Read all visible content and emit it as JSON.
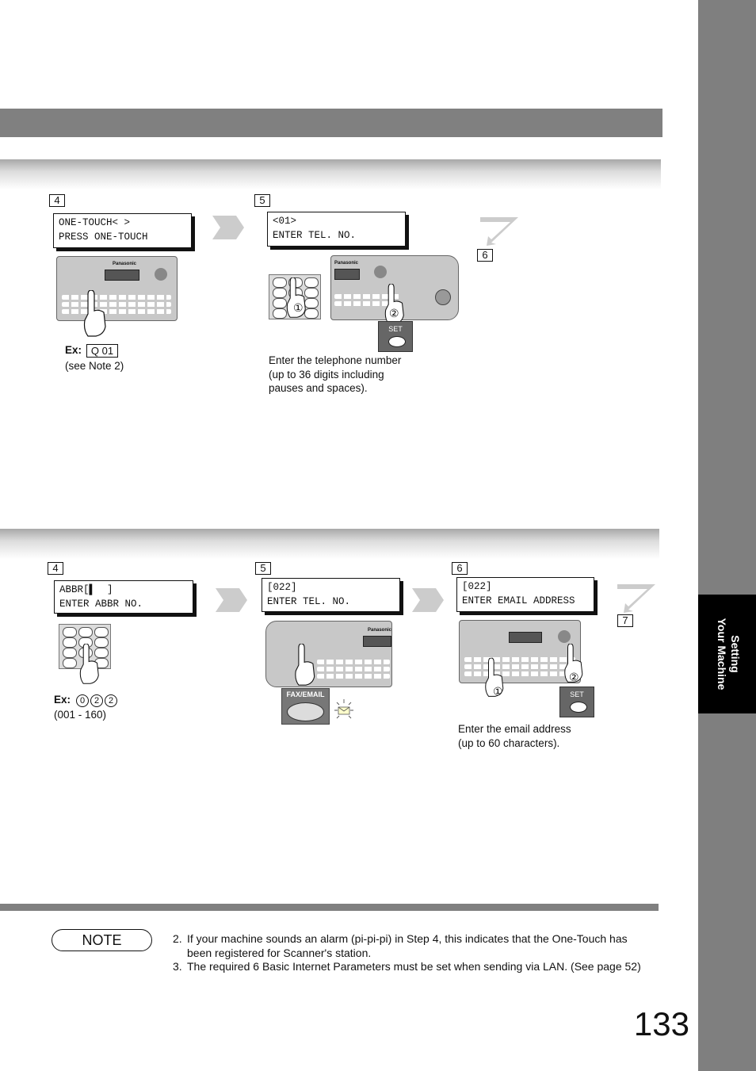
{
  "sidebar": {
    "tab_line1": "Setting",
    "tab_line2": "Your Machine"
  },
  "section1": {
    "steps": [
      "4",
      "5",
      "6"
    ],
    "lcd_step4": [
      "ONE-TOUCH< >",
      "PRESS ONE-TOUCH"
    ],
    "lcd_step5": [
      "<01>",
      "ENTER TEL. NO."
    ],
    "ex_label": "Ex:",
    "ex_value": "Q 01",
    "ex_note": "(see Note 2)",
    "caption_step5": [
      "Enter the telephone number",
      "(up to 36 digits including",
      "pauses and spaces)."
    ],
    "set_label": "SET",
    "brand": "Panasonic",
    "marker1": "①",
    "marker2": "②"
  },
  "section2": {
    "steps": [
      "4",
      "5",
      "6",
      "7"
    ],
    "lcd_step4": [
      "ABBR[▌  ]",
      "ENTER ABBR NO."
    ],
    "lcd_step5": [
      "[022]",
      "ENTER TEL. NO."
    ],
    "lcd_step6": [
      "[022]",
      "ENTER EMAIL ADDRESS"
    ],
    "ex_label": "Ex:",
    "ex_digits": [
      "0",
      "2",
      "2"
    ],
    "ex_range": "(001 - 160)",
    "fax_email_label": "FAX/EMAIL",
    "caption_step6": [
      "Enter the email address",
      "(up to 60 characters)."
    ],
    "set_label": "SET",
    "marker1": "①",
    "marker2": "②"
  },
  "note": {
    "label": "NOTE",
    "items": [
      {
        "num": "2.",
        "lines": [
          "If your machine sounds an alarm (pi-pi-pi) in Step 4, this indicates that the One-Touch has",
          "been registered for Scanner's station."
        ]
      },
      {
        "num": "3.",
        "lines": [
          "The required 6 Basic Internet Parameters must be set when sending via LAN. (See page 52)"
        ]
      }
    ]
  },
  "page_number": "133"
}
